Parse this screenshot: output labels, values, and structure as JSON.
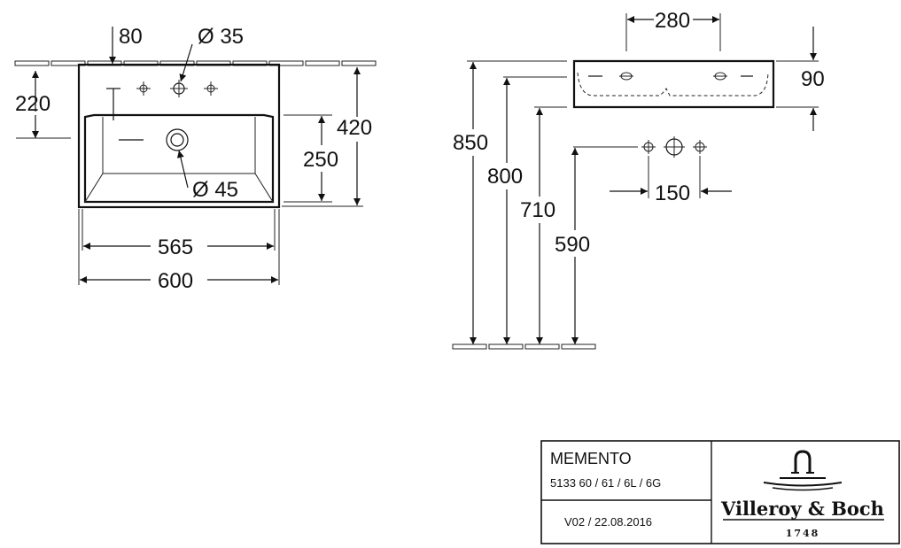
{
  "product": {
    "name": "MEMENTO",
    "codes": "5133 60 / 61 / 6L / 6G",
    "version": "V02 / 22.08.2016"
  },
  "brand": {
    "name": "Villeroy & Boch",
    "year": "1748"
  },
  "plan_view": {
    "dim_tap_offset": "80",
    "dim_tap_hole": "Ø 35",
    "dim_depth_to_tap": "220",
    "dim_total_depth": "420",
    "dim_bowl_depth": "250",
    "dim_drain": "Ø 45",
    "dim_inner_width": "565",
    "dim_total_width": "600"
  },
  "side_view": {
    "dim_holes_spacing": "280",
    "dim_height": "90",
    "dim_top_height": "850",
    "dim_rim_height": "800",
    "dim_outlet_height": "710",
    "dim_waste_height": "590",
    "dim_tap_spacing": "150"
  }
}
